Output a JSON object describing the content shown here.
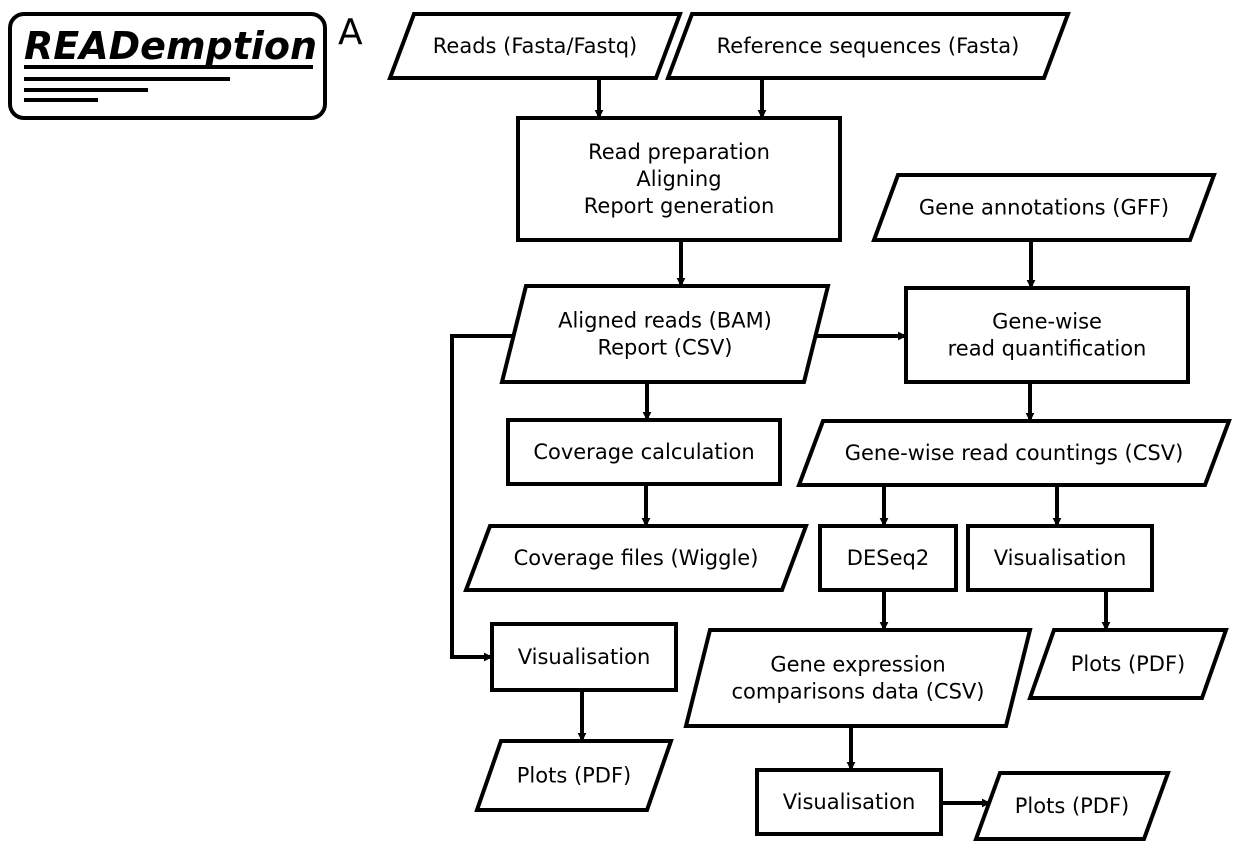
{
  "logo": {
    "text": "READemption"
  },
  "panel_label": "A",
  "nodes": {
    "reads": {
      "lines": [
        "Reads (Fasta/Fastq)"
      ]
    },
    "reference": {
      "lines": [
        "Reference sequences (Fasta)"
      ]
    },
    "prep": {
      "lines": [
        "Read preparation",
        "Aligning",
        "Report generation"
      ]
    },
    "gff": {
      "lines": [
        "Gene annotations (GFF)"
      ]
    },
    "aligned": {
      "lines": [
        "Aligned reads (BAM)",
        "Report (CSV)"
      ]
    },
    "genewise": {
      "lines": [
        "Gene-wise",
        "read quantification"
      ]
    },
    "coverage_calc": {
      "lines": [
        "Coverage calculation"
      ]
    },
    "counts": {
      "lines": [
        "Gene-wise read countings (CSV)"
      ]
    },
    "coverage_files": {
      "lines": [
        "Coverage files (Wiggle)"
      ]
    },
    "deseq2": {
      "lines": [
        "DESeq2"
      ]
    },
    "vis_right": {
      "lines": [
        "Visualisation"
      ]
    },
    "vis_left": {
      "lines": [
        "Visualisation"
      ]
    },
    "gene_expr": {
      "lines": [
        "Gene expression",
        "comparisons data (CSV)"
      ]
    },
    "plots_right": {
      "lines": [
        "Plots (PDF)"
      ]
    },
    "plots_left": {
      "lines": [
        "Plots (PDF)"
      ]
    },
    "vis_bottom": {
      "lines": [
        "Visualisation"
      ]
    },
    "plots_bottom": {
      "lines": [
        "Plots (PDF)"
      ]
    }
  },
  "edges": [
    [
      "reads",
      "prep"
    ],
    [
      "reference",
      "prep"
    ],
    [
      "prep",
      "aligned"
    ],
    [
      "gff",
      "genewise"
    ],
    [
      "aligned",
      "genewise"
    ],
    [
      "aligned",
      "coverage_calc"
    ],
    [
      "aligned",
      "vis_left"
    ],
    [
      "genewise",
      "counts"
    ],
    [
      "coverage_calc",
      "coverage_files"
    ],
    [
      "counts",
      "deseq2"
    ],
    [
      "counts",
      "vis_right"
    ],
    [
      "deseq2",
      "gene_expr"
    ],
    [
      "vis_right",
      "plots_right"
    ],
    [
      "vis_left",
      "plots_left"
    ],
    [
      "gene_expr",
      "vis_bottom"
    ],
    [
      "vis_bottom",
      "plots_bottom"
    ]
  ]
}
